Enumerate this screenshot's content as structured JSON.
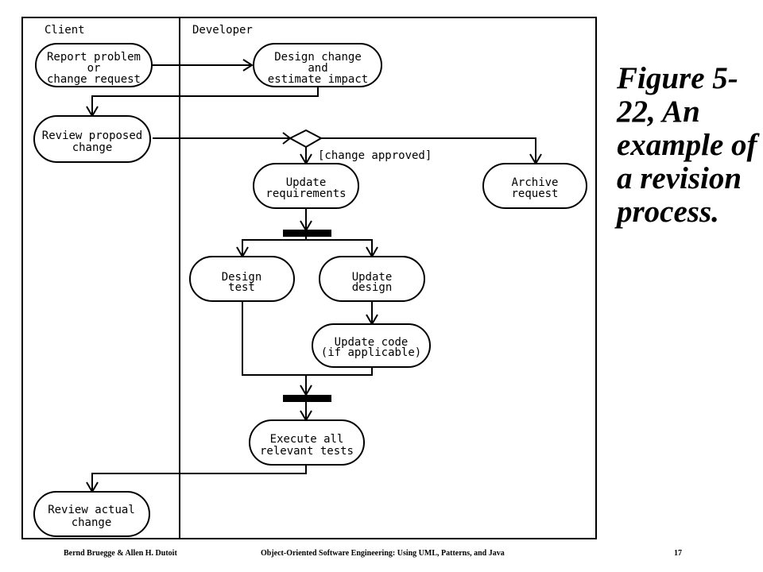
{
  "lanes": {
    "client": "Client",
    "developer": "Developer"
  },
  "nodes": {
    "report_problem": [
      "Report problem",
      "or",
      "change request"
    ],
    "design_change": [
      "Design change",
      "and",
      "estimate impact"
    ],
    "review_proposed": [
      "Review proposed",
      "change"
    ],
    "update_requirements": [
      "Update",
      "requirements"
    ],
    "archive_request": [
      "Archive",
      "request"
    ],
    "design_test": [
      "Design",
      "test"
    ],
    "update_design": [
      "Update",
      "design"
    ],
    "update_code": [
      "Update code",
      "(if applicable)"
    ],
    "execute_tests": [
      "Execute all",
      "relevant tests"
    ],
    "review_actual": [
      "Review actual",
      "change"
    ]
  },
  "guard": "[change approved]",
  "caption": "Figure 5-22, An example of a revision process.",
  "footer": {
    "authors": "Bernd Bruegge & Allen H. Dutoit",
    "book": "Object-Oriented Software Engineering: Using UML, Patterns, and Java",
    "page": "17"
  }
}
